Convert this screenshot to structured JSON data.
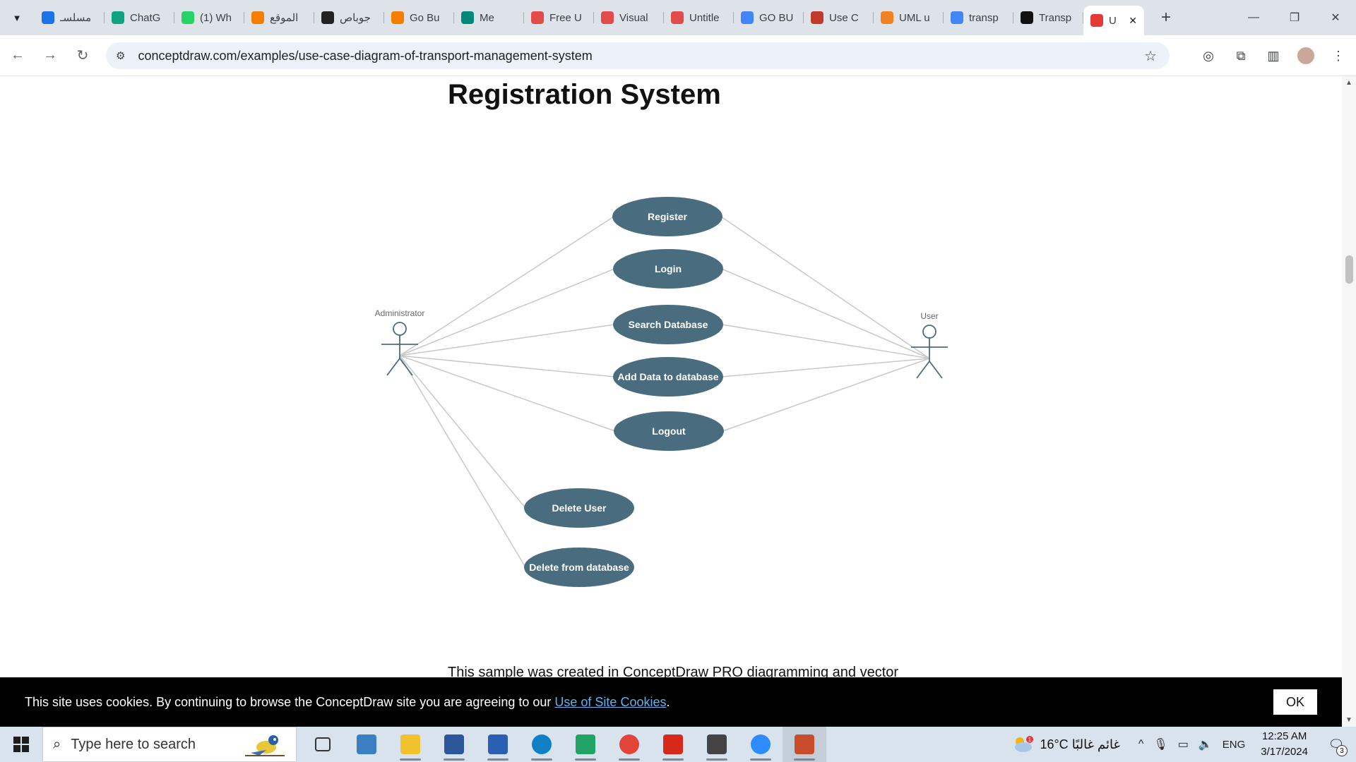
{
  "browser": {
    "tabs": [
      {
        "title": "مسلسـ",
        "icon": "video-play-icon",
        "color": "#1a73e8"
      },
      {
        "title": "ChatG",
        "icon": "chatgpt-icon",
        "color": "#10a37f"
      },
      {
        "title": "(1) Wh",
        "icon": "whatsapp-icon",
        "color": "#25d366"
      },
      {
        "title": "الموقع",
        "icon": "blogger-icon",
        "color": "#f57d00"
      },
      {
        "title": "جوباص",
        "icon": "wikipedia-icon",
        "color": "#222222"
      },
      {
        "title": "Go Bu",
        "icon": "blogger-icon",
        "color": "#f57d00"
      },
      {
        "title": "Me",
        "icon": "meet-icon",
        "color": "#00897b"
      },
      {
        "title": "Free U",
        "icon": "visual-paradigm-icon",
        "color": "#e34b4b"
      },
      {
        "title": "Visual",
        "icon": "visual-paradigm-icon",
        "color": "#e34b4b"
      },
      {
        "title": "Untitle",
        "icon": "visual-paradigm-icon",
        "color": "#e34b4b"
      },
      {
        "title": "GO BU",
        "icon": "google-icon",
        "color": "#4285f4"
      },
      {
        "title": "Use C",
        "icon": "creately-icon",
        "color": "#c0392b"
      },
      {
        "title": "UML u",
        "icon": "stack-icon",
        "color": "#f48024"
      },
      {
        "title": "transp",
        "icon": "google-icon",
        "color": "#4285f4"
      },
      {
        "title": "Transp",
        "icon": "researchgate-icon",
        "color": "#111111"
      }
    ],
    "active_tab": {
      "title": "U",
      "icon": "conceptdraw-icon",
      "color": "#e53935"
    },
    "url": "conceptdraw.com/examples/use-case-diagram-of-transport-management-system"
  },
  "page": {
    "title": "Registration System",
    "caption": "This sample was created in ConceptDraw PRO diagramming and vector",
    "diagram": {
      "actors": [
        {
          "id": "admin",
          "name": "Administrator"
        },
        {
          "id": "user",
          "name": "User"
        }
      ],
      "use_cases": [
        {
          "id": "register",
          "label": "Register"
        },
        {
          "id": "login",
          "label": "Login"
        },
        {
          "id": "search",
          "label": "Search Database"
        },
        {
          "id": "add",
          "label": "Add Data to database"
        },
        {
          "id": "logout",
          "label": "Logout"
        },
        {
          "id": "delete_user",
          "label": "Delete User"
        },
        {
          "id": "delete_db",
          "label": "Delete  from database"
        }
      ],
      "fill_color": "#496d7f",
      "line_color": "#c8c8c8"
    }
  },
  "cookie_bar": {
    "message": "This site uses cookies. By continuing to browse the ConceptDraw site you are agreeing to our ",
    "link": "Use of Site Cookies",
    "end": ".",
    "ok": "OK"
  },
  "taskbar": {
    "search_placeholder": "Type here to search",
    "apps": [
      "task-view-icon",
      "photos-icon",
      "file-explorer-icon",
      "word-icon",
      "powershell-icon",
      "edge-icon",
      "excel-icon",
      "chrome-icon",
      "acrobat-icon",
      "settings-icon",
      "zoom-icon",
      "paint-icon"
    ],
    "weather": "16°C  غائم غالبًا",
    "weather_badge": "1",
    "lang": "ENG",
    "time": "12:25 AM",
    "date": "3/17/2024",
    "notifications": "3"
  }
}
